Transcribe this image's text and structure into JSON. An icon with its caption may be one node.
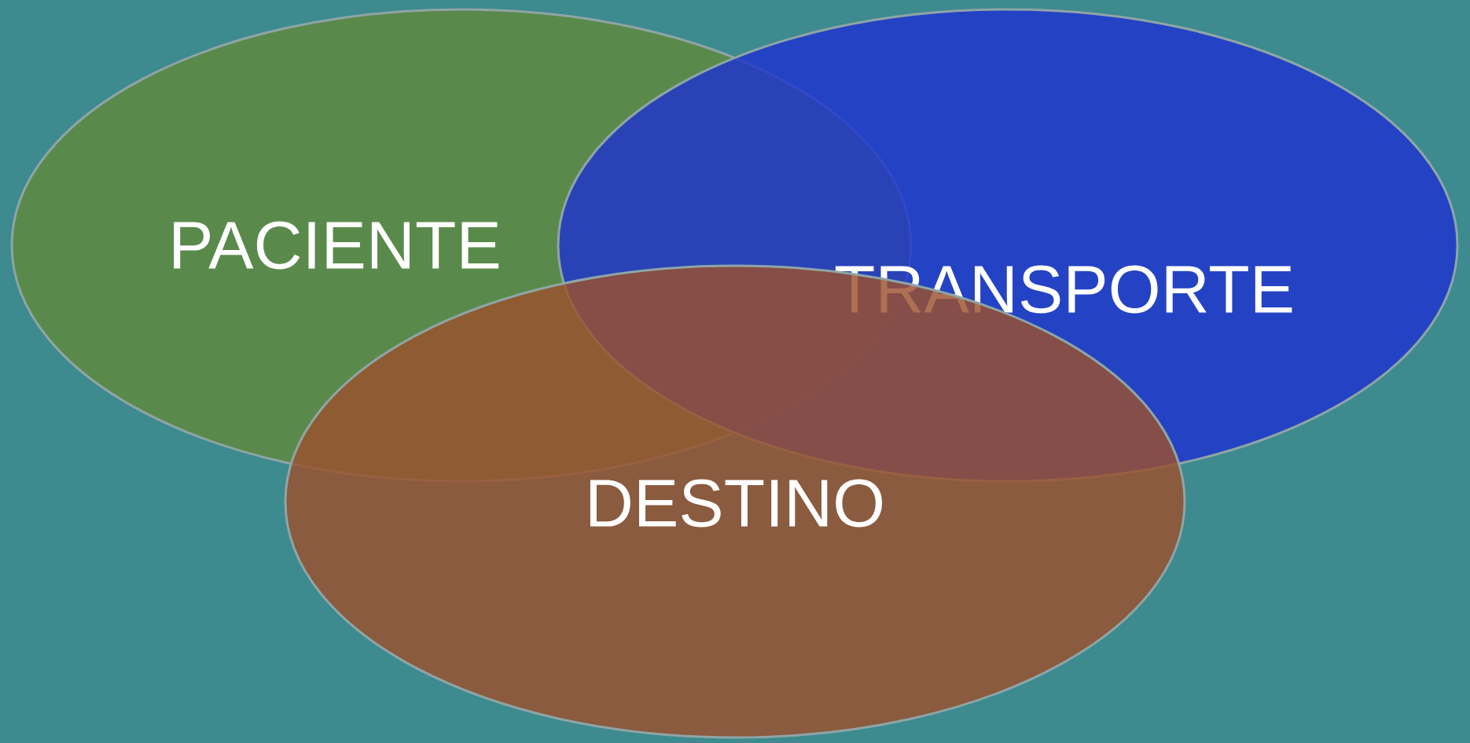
{
  "diagram": {
    "nodes": [
      {
        "text": [
          "PACIENTE"
        ]
      },
      {
        "text": [
          "TRANSPORTE"
        ]
      },
      {
        "text": [
          "DESTINO"
        ]
      }
    ]
  }
}
